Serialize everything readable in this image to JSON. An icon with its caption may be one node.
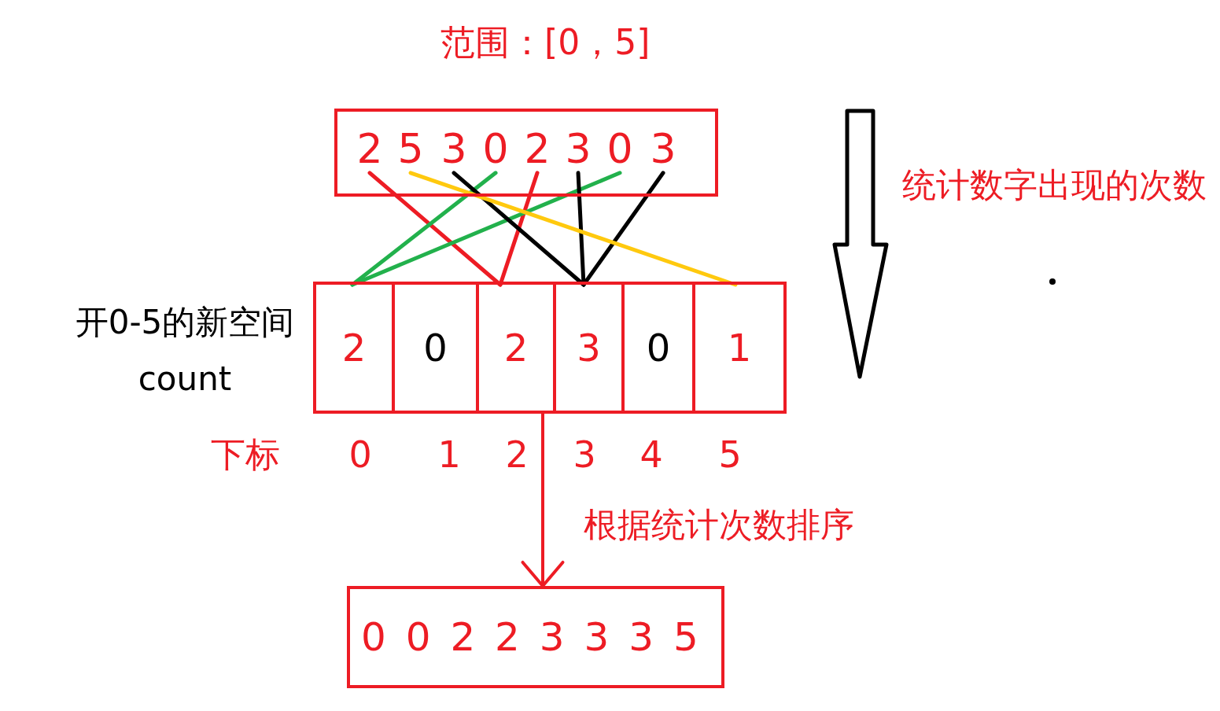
{
  "diagram": {
    "title": "范围：[0，5]",
    "nodes": [
      {
        "text": [],
        "shape": "box"
      },
      {
        "text": [
          "2"
        ],
        "in": 0
      },
      {
        "text": [
          "5"
        ],
        "in": 0
      },
      {
        "text": [
          "3"
        ],
        "in": 0
      },
      {
        "text": [
          "0"
        ],
        "in": 0
      },
      {
        "text": [
          "2"
        ],
        "in": 0
      },
      {
        "text": [
          "3"
        ],
        "in": 0
      },
      {
        "text": [
          "0"
        ],
        "in": 0
      },
      {
        "text": [
          "3"
        ],
        "in": 0
      },
      {
        "text": [],
        "shape": "box",
        "beside": [
          "开0-5的新空间 count"
        ]
      },
      {
        "text": [
          "2"
        ],
        "in": 9
      },
      {
        "text": [
          "0"
        ],
        "in": 9
      },
      {
        "text": [
          "2"
        ],
        "in": 9
      },
      {
        "text": [
          "3"
        ],
        "in": 9
      },
      {
        "text": [
          "0"
        ],
        "in": 9
      },
      {
        "text": [
          "1"
        ],
        "in": 9
      },
      {
        "text": [
          "0 0 2 2 3 3 3 5"
        ]
      }
    ],
    "edges": [
      {
        "from": 1,
        "to": 12,
        "arrow": "none",
        "color": "#ed1c24"
      },
      {
        "from": 5,
        "to": 12,
        "arrow": "none",
        "color": "#ed1c24"
      },
      {
        "from": 4,
        "to": 10,
        "arrow": "none",
        "color": "#22b14c"
      },
      {
        "from": 7,
        "to": 10,
        "arrow": "none",
        "color": "#22b14c"
      },
      {
        "from": 3,
        "to": 13,
        "arrow": "none",
        "color": "#000000"
      },
      {
        "from": 6,
        "to": 13,
        "arrow": "none",
        "color": "#000000"
      },
      {
        "from": 8,
        "to": 13,
        "arrow": "none",
        "color": "#000000"
      },
      {
        "from": 2,
        "to": 15,
        "arrow": "none",
        "color": "#ffc90e"
      },
      {
        "from": 9,
        "to": 16,
        "arrow": "to",
        "label": "根据统计次数排序",
        "color": "#ed1c24"
      }
    ],
    "labels": [
      "统计数字出现的次数",
      "下标",
      "0",
      "1",
      "2",
      "3",
      "4",
      "5"
    ]
  }
}
